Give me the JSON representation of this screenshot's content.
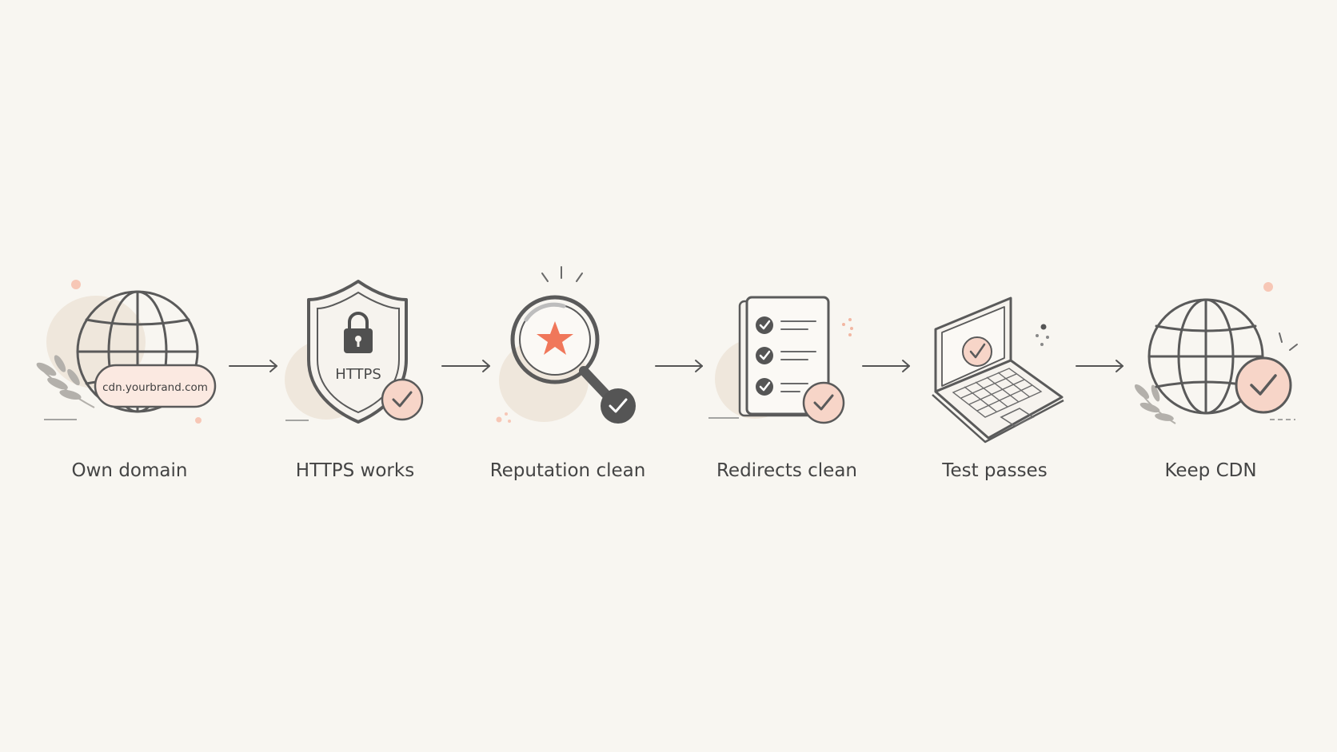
{
  "steps": [
    {
      "label": "Own domain",
      "icon": "globe-icon",
      "badge_text": "cdn.yourbrand.com"
    },
    {
      "label": "HTTPS works",
      "icon": "shield-lock-icon",
      "badge_text": "HTTPS"
    },
    {
      "label": "Reputation clean",
      "icon": "magnifier-star-icon"
    },
    {
      "label": "Redirects clean",
      "icon": "checklist-document-icon"
    },
    {
      "label": "Test passes",
      "icon": "laptop-check-icon"
    },
    {
      "label": "Keep CDN",
      "icon": "globe-check-icon"
    }
  ],
  "colors": {
    "background": "#f8f6f1",
    "accent": "#f0775a",
    "accent_soft": "#f7d5c8",
    "line": "#5a5a5a",
    "blob": "#efe7dc",
    "leaf": "#a9a7a3"
  }
}
